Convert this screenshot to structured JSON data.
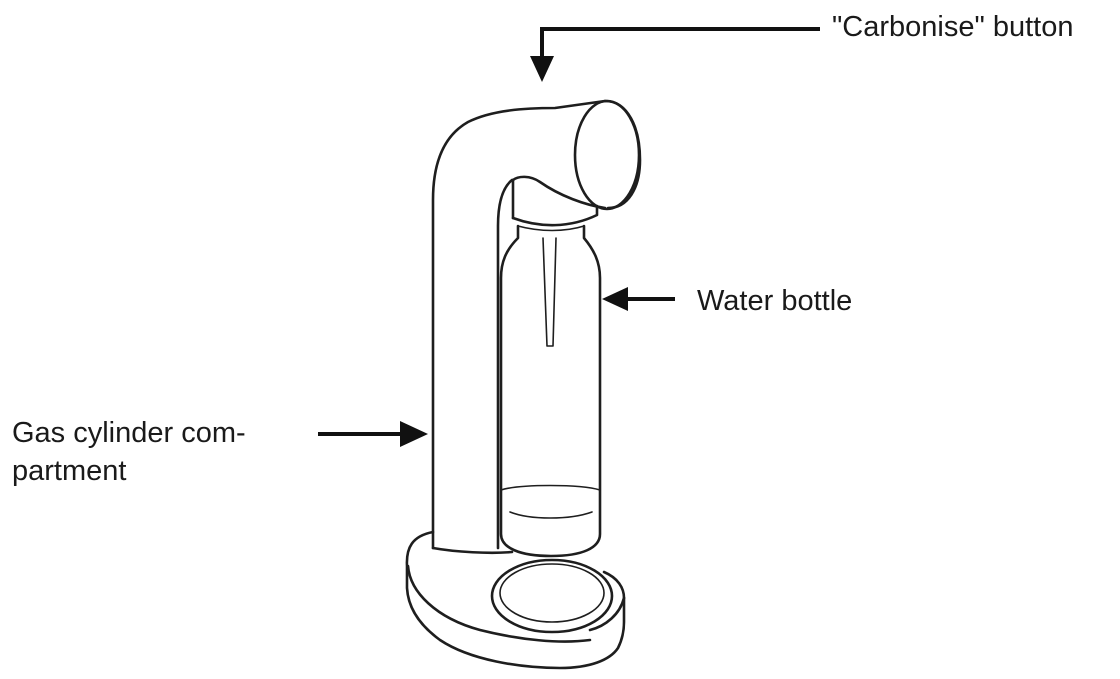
{
  "labels": {
    "carbonise_button": "\"Carbonise\" button",
    "water_bottle": "Water bottle",
    "gas_cylinder_line1": "Gas cylinder com-",
    "gas_cylinder_line2": "partment"
  },
  "colors": {
    "line": "#1e1e1e",
    "background": "#ffffff"
  }
}
